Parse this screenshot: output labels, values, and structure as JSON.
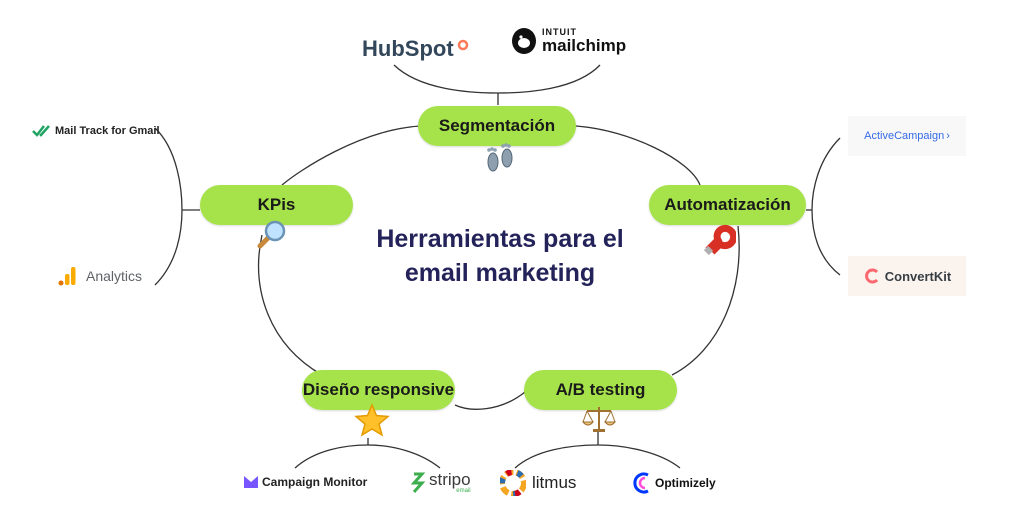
{
  "center": {
    "line1": "Herramientas para el",
    "line2": "email marketing"
  },
  "nodes": {
    "segmentacion": "Segmentación",
    "kpis": "KPis",
    "automatizacion": "Automatización",
    "diseno": "Diseño responsive",
    "ab_testing": "A/B testing"
  },
  "node_icons": {
    "segmentacion": "footprints-icon",
    "kpis": "magnifier-icon",
    "automatizacion": "magnet-icon",
    "diseno": "star-icon",
    "ab_testing": "balance-scale-icon"
  },
  "tools": {
    "hubspot": "HubSpot",
    "mailchimp_top": "INTUIT",
    "mailchimp": "mailchimp",
    "mailtrack": "Mail Track for Gmail",
    "analytics": "Analytics",
    "activecampaign": "ActiveCampaign",
    "convertkit": "ConvertKit",
    "campaign_monitor": "Campaign Monitor",
    "stripo": "stripo",
    "stripo_sub": "email",
    "litmus": "litmus",
    "optimizely": "Optimizely"
  },
  "colors": {
    "pill": "#a6e34a",
    "title": "#23235a",
    "lines": "#333333",
    "hubspot": "#ff7a59",
    "mailtrack": "#1fa463",
    "analytics": "#f9ab00",
    "activecampaign": "#356ae6",
    "convertkit": "#fb6970",
    "campaign_monitor": "#7856ff",
    "stripo": "#3dae4e",
    "optimizely": "#0037ff"
  }
}
